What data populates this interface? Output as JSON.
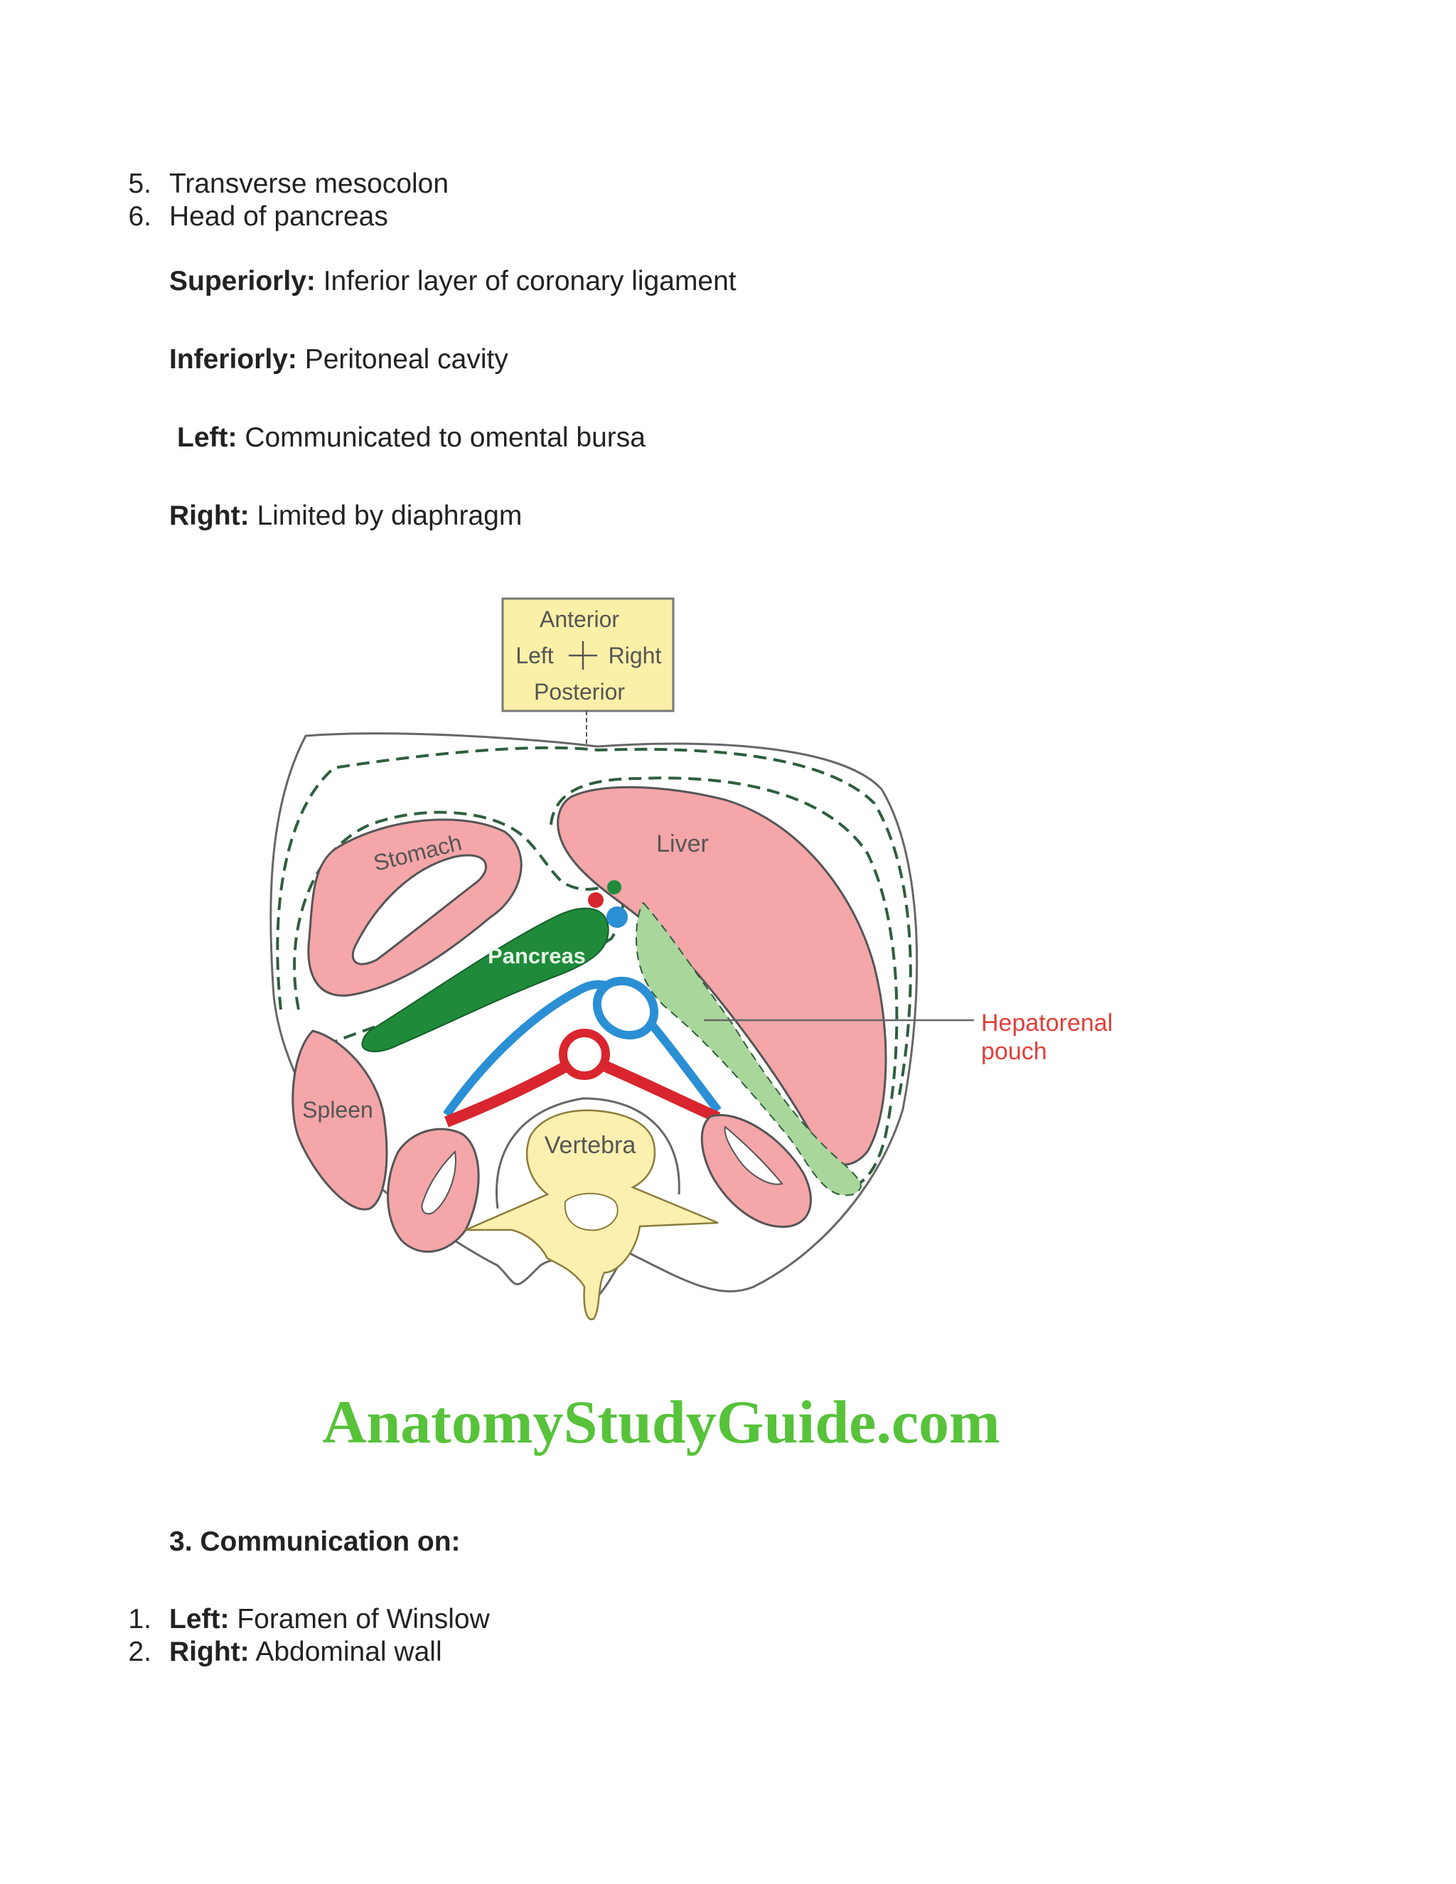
{
  "list_top": [
    {
      "num": "5.",
      "text": "Transverse mesocolon"
    },
    {
      "num": "6.",
      "text": "Head of pancreas"
    }
  ],
  "boundaries": [
    {
      "label": "Superiorly:",
      "text": "Inferior layer of coronary ligament"
    },
    {
      "label": "Inferiorly:",
      "text": "Peritoneal cavity"
    },
    {
      "label": "Left:",
      "text": "Communicated to omental bursa"
    },
    {
      "label": "Right:",
      "text": "Limited by diaphragm"
    }
  ],
  "figure": {
    "orientation": {
      "anterior": "Anterior",
      "left": "Left",
      "right": "Right",
      "posterior": "Posterior"
    },
    "labels": {
      "stomach": "Stomach",
      "liver": "Liver",
      "pancreas": "Pancreas",
      "spleen": "Spleen",
      "vertebra": "Vertebra",
      "hepatorenal_line1": "Hepatorenal",
      "hepatorenal_line2": "pouch"
    },
    "colors": {
      "organ_pink": "#f4a6a9",
      "pancreas_green": "#1f8a3a",
      "pouch_green": "#a9d69a",
      "vessel_blue": "#2a8fd4",
      "vessel_red": "#d9262e",
      "vertebra_yellow": "#fbf0b0",
      "callout_red": "#e0403a"
    }
  },
  "watermark": "AnatomyStudyGuide.com",
  "section_heading": "3. Communication on:",
  "list_bottom": [
    {
      "num": "1.",
      "label": "Left:",
      "text": "Foramen of Winslow"
    },
    {
      "num": "2.",
      "label": "Right:",
      "text": "Abdominal wall"
    }
  ]
}
